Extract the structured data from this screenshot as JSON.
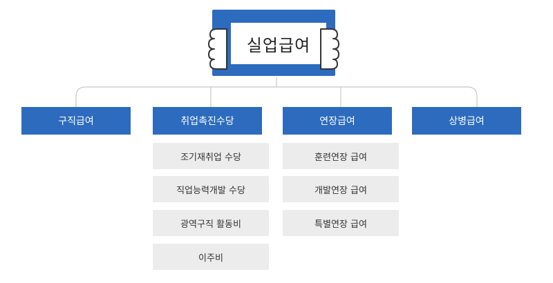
{
  "title": "실업급여",
  "colors": {
    "accent": "#2d6bbf",
    "sub_bg": "#ececec",
    "line": "#c8c8c8"
  },
  "categories": [
    {
      "label": "구직급여",
      "items": []
    },
    {
      "label": "취업촉진수당",
      "items": [
        "조기재취업 수당",
        "직업능력개발 수당",
        "광역구직 활동비",
        "이주비"
      ]
    },
    {
      "label": "연장급여",
      "items": [
        "훈련연장 급여",
        "개발연장 급여",
        "특별연장 급여"
      ]
    },
    {
      "label": "상병급여",
      "items": []
    }
  ]
}
